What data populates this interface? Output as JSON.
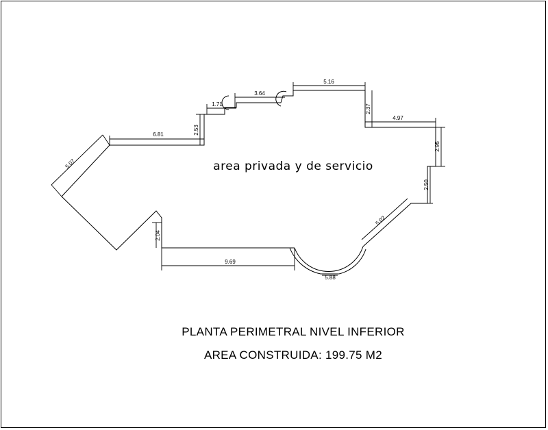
{
  "plan": {
    "room_label": "area privada y de servicio",
    "title_line1": "PLANTA PERIMETRAL NIVEL INFERIOR",
    "title_line2": "AREA CONSTRUIDA: 199.75 M2"
  },
  "dimensions": {
    "d_5_07": "5.07",
    "d_6_81": "6.81",
    "d_2_53": "2.53",
    "d_1_71": "1.71",
    "d_3_64": "3.64",
    "d_5_16": "5.16",
    "d_2_37": "2.37",
    "d_4_97": "4.97",
    "d_2_95": "2.95",
    "d_2_50": "2.50",
    "d_5_02": "5.02",
    "d_5_88": "5.88",
    "d_9_69": "9.69",
    "d_2_04": "2.04"
  }
}
